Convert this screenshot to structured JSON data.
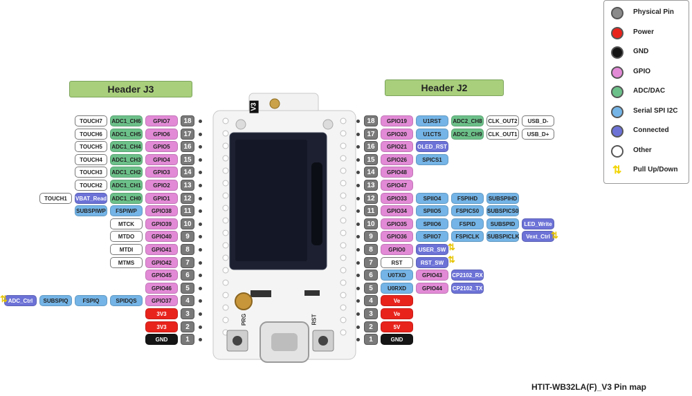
{
  "colors": {
    "physical": "#8a8a8a",
    "power": "#e8231c",
    "gnd": "#151515",
    "gpio": "#e28ad6",
    "adc": "#6cc089",
    "serial": "#74b4e6",
    "connected": "#6c72d6",
    "other": "#ffffff",
    "pull": "#f2d400"
  },
  "headers": {
    "left": "Header J3",
    "right": "Header J2"
  },
  "board": {
    "version_label": "V3",
    "prg_label": "PRG",
    "rst_label": "RST"
  },
  "footer": "HTIT-WB32LA(F)_V3 Pin map",
  "legend": [
    {
      "label": "Physical Pin",
      "cls": "physical"
    },
    {
      "label": "Power",
      "cls": "power"
    },
    {
      "label": "GND",
      "cls": "gnd"
    },
    {
      "label": "GPIO",
      "cls": "gpio"
    },
    {
      "label": "ADC/DAC",
      "cls": "adc"
    },
    {
      "label": "Serial SPI I2C",
      "cls": "serial"
    },
    {
      "label": "Connected",
      "cls": "connected"
    },
    {
      "label": "Other",
      "cls": "other"
    },
    {
      "label": "Pull Up/Down",
      "cls": "pull"
    }
  ],
  "left_pins": [
    {
      "pin": "18",
      "labels": [
        {
          "t": "GPIO7",
          "c": "gpio"
        },
        {
          "t": "ADC1_CH6",
          "c": "adc"
        },
        {
          "t": "TOUCH7",
          "c": "other"
        }
      ]
    },
    {
      "pin": "17",
      "labels": [
        {
          "t": "GPIO6",
          "c": "gpio"
        },
        {
          "t": "ADC1_CH5",
          "c": "adc"
        },
        {
          "t": "TOUCH6",
          "c": "other"
        }
      ]
    },
    {
      "pin": "16",
      "labels": [
        {
          "t": "GPIO5",
          "c": "gpio"
        },
        {
          "t": "ADC1_CH4",
          "c": "adc"
        },
        {
          "t": "TOUCH5",
          "c": "other"
        }
      ]
    },
    {
      "pin": "15",
      "labels": [
        {
          "t": "GPIO4",
          "c": "gpio"
        },
        {
          "t": "ADC1_CH3",
          "c": "adc"
        },
        {
          "t": "TOUCH4",
          "c": "other"
        }
      ]
    },
    {
      "pin": "14",
      "labels": [
        {
          "t": "GPIO3",
          "c": "gpio"
        },
        {
          "t": "ADC1_CH2",
          "c": "adc"
        },
        {
          "t": "TOUCH3",
          "c": "other"
        }
      ]
    },
    {
      "pin": "13",
      "labels": [
        {
          "t": "GPIO2",
          "c": "gpio"
        },
        {
          "t": "ADC1_CH1",
          "c": "adc"
        },
        {
          "t": "TOUCH2",
          "c": "other"
        }
      ]
    },
    {
      "pin": "12",
      "labels": [
        {
          "t": "GPIO1",
          "c": "gpio"
        },
        {
          "t": "ADC1_CH0",
          "c": "adc"
        },
        {
          "t": "VBAT_Read",
          "c": "connected"
        },
        {
          "t": "TOUCH1",
          "c": "other"
        }
      ]
    },
    {
      "pin": "11",
      "labels": [
        {
          "t": "GPIO38",
          "c": "gpio"
        },
        {
          "t": "FSPIWP",
          "c": "serial"
        },
        {
          "t": "SUBSPIWP",
          "c": "serial"
        }
      ]
    },
    {
      "pin": "10",
      "labels": [
        {
          "t": "GPIO39",
          "c": "gpio"
        },
        {
          "t": "MTCK",
          "c": "other"
        }
      ]
    },
    {
      "pin": "9",
      "labels": [
        {
          "t": "GPIO40",
          "c": "gpio"
        },
        {
          "t": "MTDO",
          "c": "other"
        }
      ]
    },
    {
      "pin": "8",
      "labels": [
        {
          "t": "GPIO41",
          "c": "gpio"
        },
        {
          "t": "MTDI",
          "c": "other"
        }
      ]
    },
    {
      "pin": "7",
      "labels": [
        {
          "t": "GPIO42",
          "c": "gpio"
        },
        {
          "t": "MTMS",
          "c": "other"
        }
      ]
    },
    {
      "pin": "6",
      "labels": [
        {
          "t": "GPIO45",
          "c": "gpio"
        }
      ]
    },
    {
      "pin": "5",
      "labels": [
        {
          "t": "GPIO46",
          "c": "gpio"
        }
      ]
    },
    {
      "pin": "4",
      "labels": [
        {
          "t": "GPIO37",
          "c": "gpio"
        },
        {
          "t": "SPIDQS",
          "c": "serial"
        },
        {
          "t": "FSPIQ",
          "c": "serial"
        },
        {
          "t": "SUBSPIQ",
          "c": "serial"
        },
        {
          "t": "ADC_Ctrl",
          "c": "connected"
        }
      ]
    },
    {
      "pin": "3",
      "labels": [
        {
          "t": "3V3",
          "c": "power"
        }
      ]
    },
    {
      "pin": "2",
      "labels": [
        {
          "t": "3V3",
          "c": "power"
        }
      ]
    },
    {
      "pin": "1",
      "labels": [
        {
          "t": "GND",
          "c": "gnd"
        }
      ]
    }
  ],
  "right_pins": [
    {
      "pin": "18",
      "labels": [
        {
          "t": "GPIO19",
          "c": "gpio"
        },
        {
          "t": "U1RST",
          "c": "serial"
        },
        {
          "t": "ADC2_CH8",
          "c": "adc"
        },
        {
          "t": "CLK_OUT2",
          "c": "other"
        },
        {
          "t": "USB_D-",
          "c": "other"
        }
      ]
    },
    {
      "pin": "17",
      "labels": [
        {
          "t": "GPIO20",
          "c": "gpio"
        },
        {
          "t": "U1CTS",
          "c": "serial"
        },
        {
          "t": "ADC2_CH9",
          "c": "adc"
        },
        {
          "t": "CLK_OUT1",
          "c": "other"
        },
        {
          "t": "USB_D+",
          "c": "other"
        }
      ]
    },
    {
      "pin": "16",
      "labels": [
        {
          "t": "GPIO21",
          "c": "gpio"
        },
        {
          "t": "OLED_RST",
          "c": "connected"
        }
      ]
    },
    {
      "pin": "15",
      "labels": [
        {
          "t": "GPIO26",
          "c": "gpio"
        },
        {
          "t": "SPICS1",
          "c": "serial"
        }
      ]
    },
    {
      "pin": "14",
      "labels": [
        {
          "t": "GPIO48",
          "c": "gpio"
        }
      ]
    },
    {
      "pin": "13",
      "labels": [
        {
          "t": "GPIO47",
          "c": "gpio"
        }
      ]
    },
    {
      "pin": "12",
      "labels": [
        {
          "t": "GPIO33",
          "c": "gpio"
        },
        {
          "t": "SPIIO4",
          "c": "serial"
        },
        {
          "t": "FSPIHD",
          "c": "serial"
        },
        {
          "t": "SUBSPIHD",
          "c": "serial"
        }
      ]
    },
    {
      "pin": "11",
      "labels": [
        {
          "t": "GPIO34",
          "c": "gpio"
        },
        {
          "t": "SPIIO5",
          "c": "serial"
        },
        {
          "t": "FSPICS0",
          "c": "serial"
        },
        {
          "t": "SUBSPICS0",
          "c": "serial"
        }
      ]
    },
    {
      "pin": "10",
      "labels": [
        {
          "t": "GPIO35",
          "c": "gpio"
        },
        {
          "t": "SPIIO6",
          "c": "serial"
        },
        {
          "t": "FSPID",
          "c": "serial"
        },
        {
          "t": "SUBSPID",
          "c": "serial"
        },
        {
          "t": "LED_Write",
          "c": "connected"
        }
      ]
    },
    {
      "pin": "9",
      "labels": [
        {
          "t": "GPIO36",
          "c": "gpio"
        },
        {
          "t": "SPIIO7",
          "c": "serial"
        },
        {
          "t": "FSPICLK",
          "c": "serial"
        },
        {
          "t": "SUBSPICLK",
          "c": "serial"
        },
        {
          "t": "Vext_Ctrl",
          "c": "connected"
        }
      ]
    },
    {
      "pin": "8",
      "labels": [
        {
          "t": "GPIO0",
          "c": "gpio"
        },
        {
          "t": "USER_SW",
          "c": "connected"
        }
      ]
    },
    {
      "pin": "7",
      "labels": [
        {
          "t": "RST",
          "c": "other"
        },
        {
          "t": "RST_SW",
          "c": "connected"
        }
      ]
    },
    {
      "pin": "6",
      "labels": [
        {
          "t": "U0TXD",
          "c": "serial"
        },
        {
          "t": "GPIO43",
          "c": "gpio"
        },
        {
          "t": "CP2102_RX",
          "c": "connected"
        }
      ]
    },
    {
      "pin": "5",
      "labels": [
        {
          "t": "U0RXD",
          "c": "serial"
        },
        {
          "t": "GPIO44",
          "c": "gpio"
        },
        {
          "t": "CP2102_TX",
          "c": "connected"
        }
      ]
    },
    {
      "pin": "4",
      "labels": [
        {
          "t": "Ve",
          "c": "power"
        }
      ]
    },
    {
      "pin": "3",
      "labels": [
        {
          "t": "Ve",
          "c": "power"
        }
      ]
    },
    {
      "pin": "2",
      "labels": [
        {
          "t": "5V",
          "c": "power"
        }
      ]
    },
    {
      "pin": "1",
      "labels": [
        {
          "t": "GND",
          "c": "gnd"
        }
      ]
    }
  ]
}
